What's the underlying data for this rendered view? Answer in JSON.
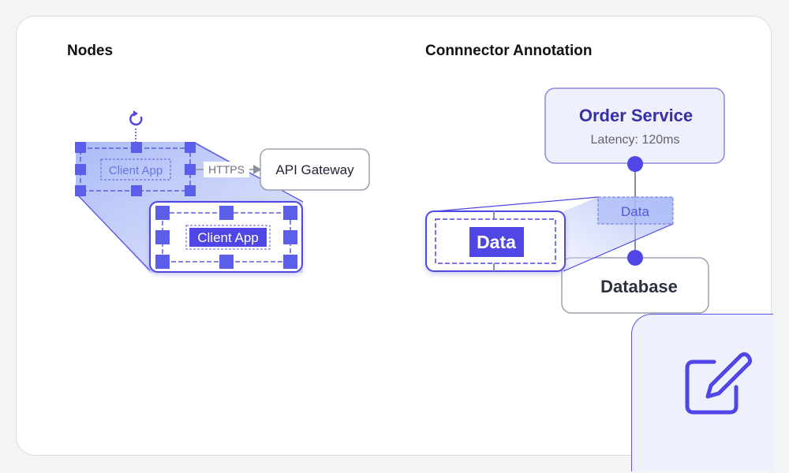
{
  "sections": {
    "nodes_title": "Nodes",
    "connector_title": "Connnector Annotation"
  },
  "nodes": {
    "client_app_label": "Client App",
    "client_app_zoom_label": "Client App",
    "edge_label": "HTTPS",
    "api_gateway_label": "API Gateway"
  },
  "connector": {
    "order_service_title": "Order Service",
    "order_service_subtitle": "Latency: 120ms",
    "data_label": "Data",
    "data_zoom_label": "Data",
    "database_label": "Database"
  },
  "icons": {
    "rotate": "rotate-icon",
    "edit": "edit-icon"
  },
  "colors": {
    "accent": "#4f46e5",
    "selection_fill": "#a9b8f6",
    "node_border": "#9aa0ad"
  }
}
